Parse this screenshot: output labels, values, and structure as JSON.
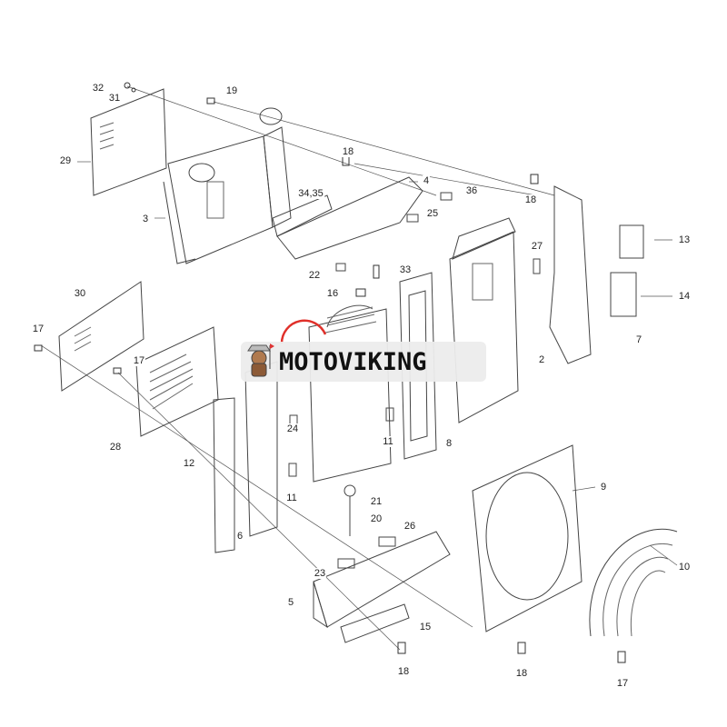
{
  "watermark": {
    "text": "MOTOVIKING"
  },
  "callouts": [
    "32",
    "31",
    "19",
    "29",
    "18",
    "3",
    "34,35",
    "4",
    "36",
    "18",
    "25",
    "13",
    "27",
    "22",
    "33",
    "30",
    "16",
    "14",
    "17",
    "7",
    "2",
    "17",
    "28",
    "24",
    "11",
    "8",
    "12",
    "11",
    "9",
    "21",
    "20",
    "6",
    "26",
    "10",
    "23",
    "5",
    "15",
    "18",
    "18",
    "17"
  ],
  "colors": {
    "line": "#444444",
    "hatch": "#666666",
    "highlight": "#e0302a"
  }
}
